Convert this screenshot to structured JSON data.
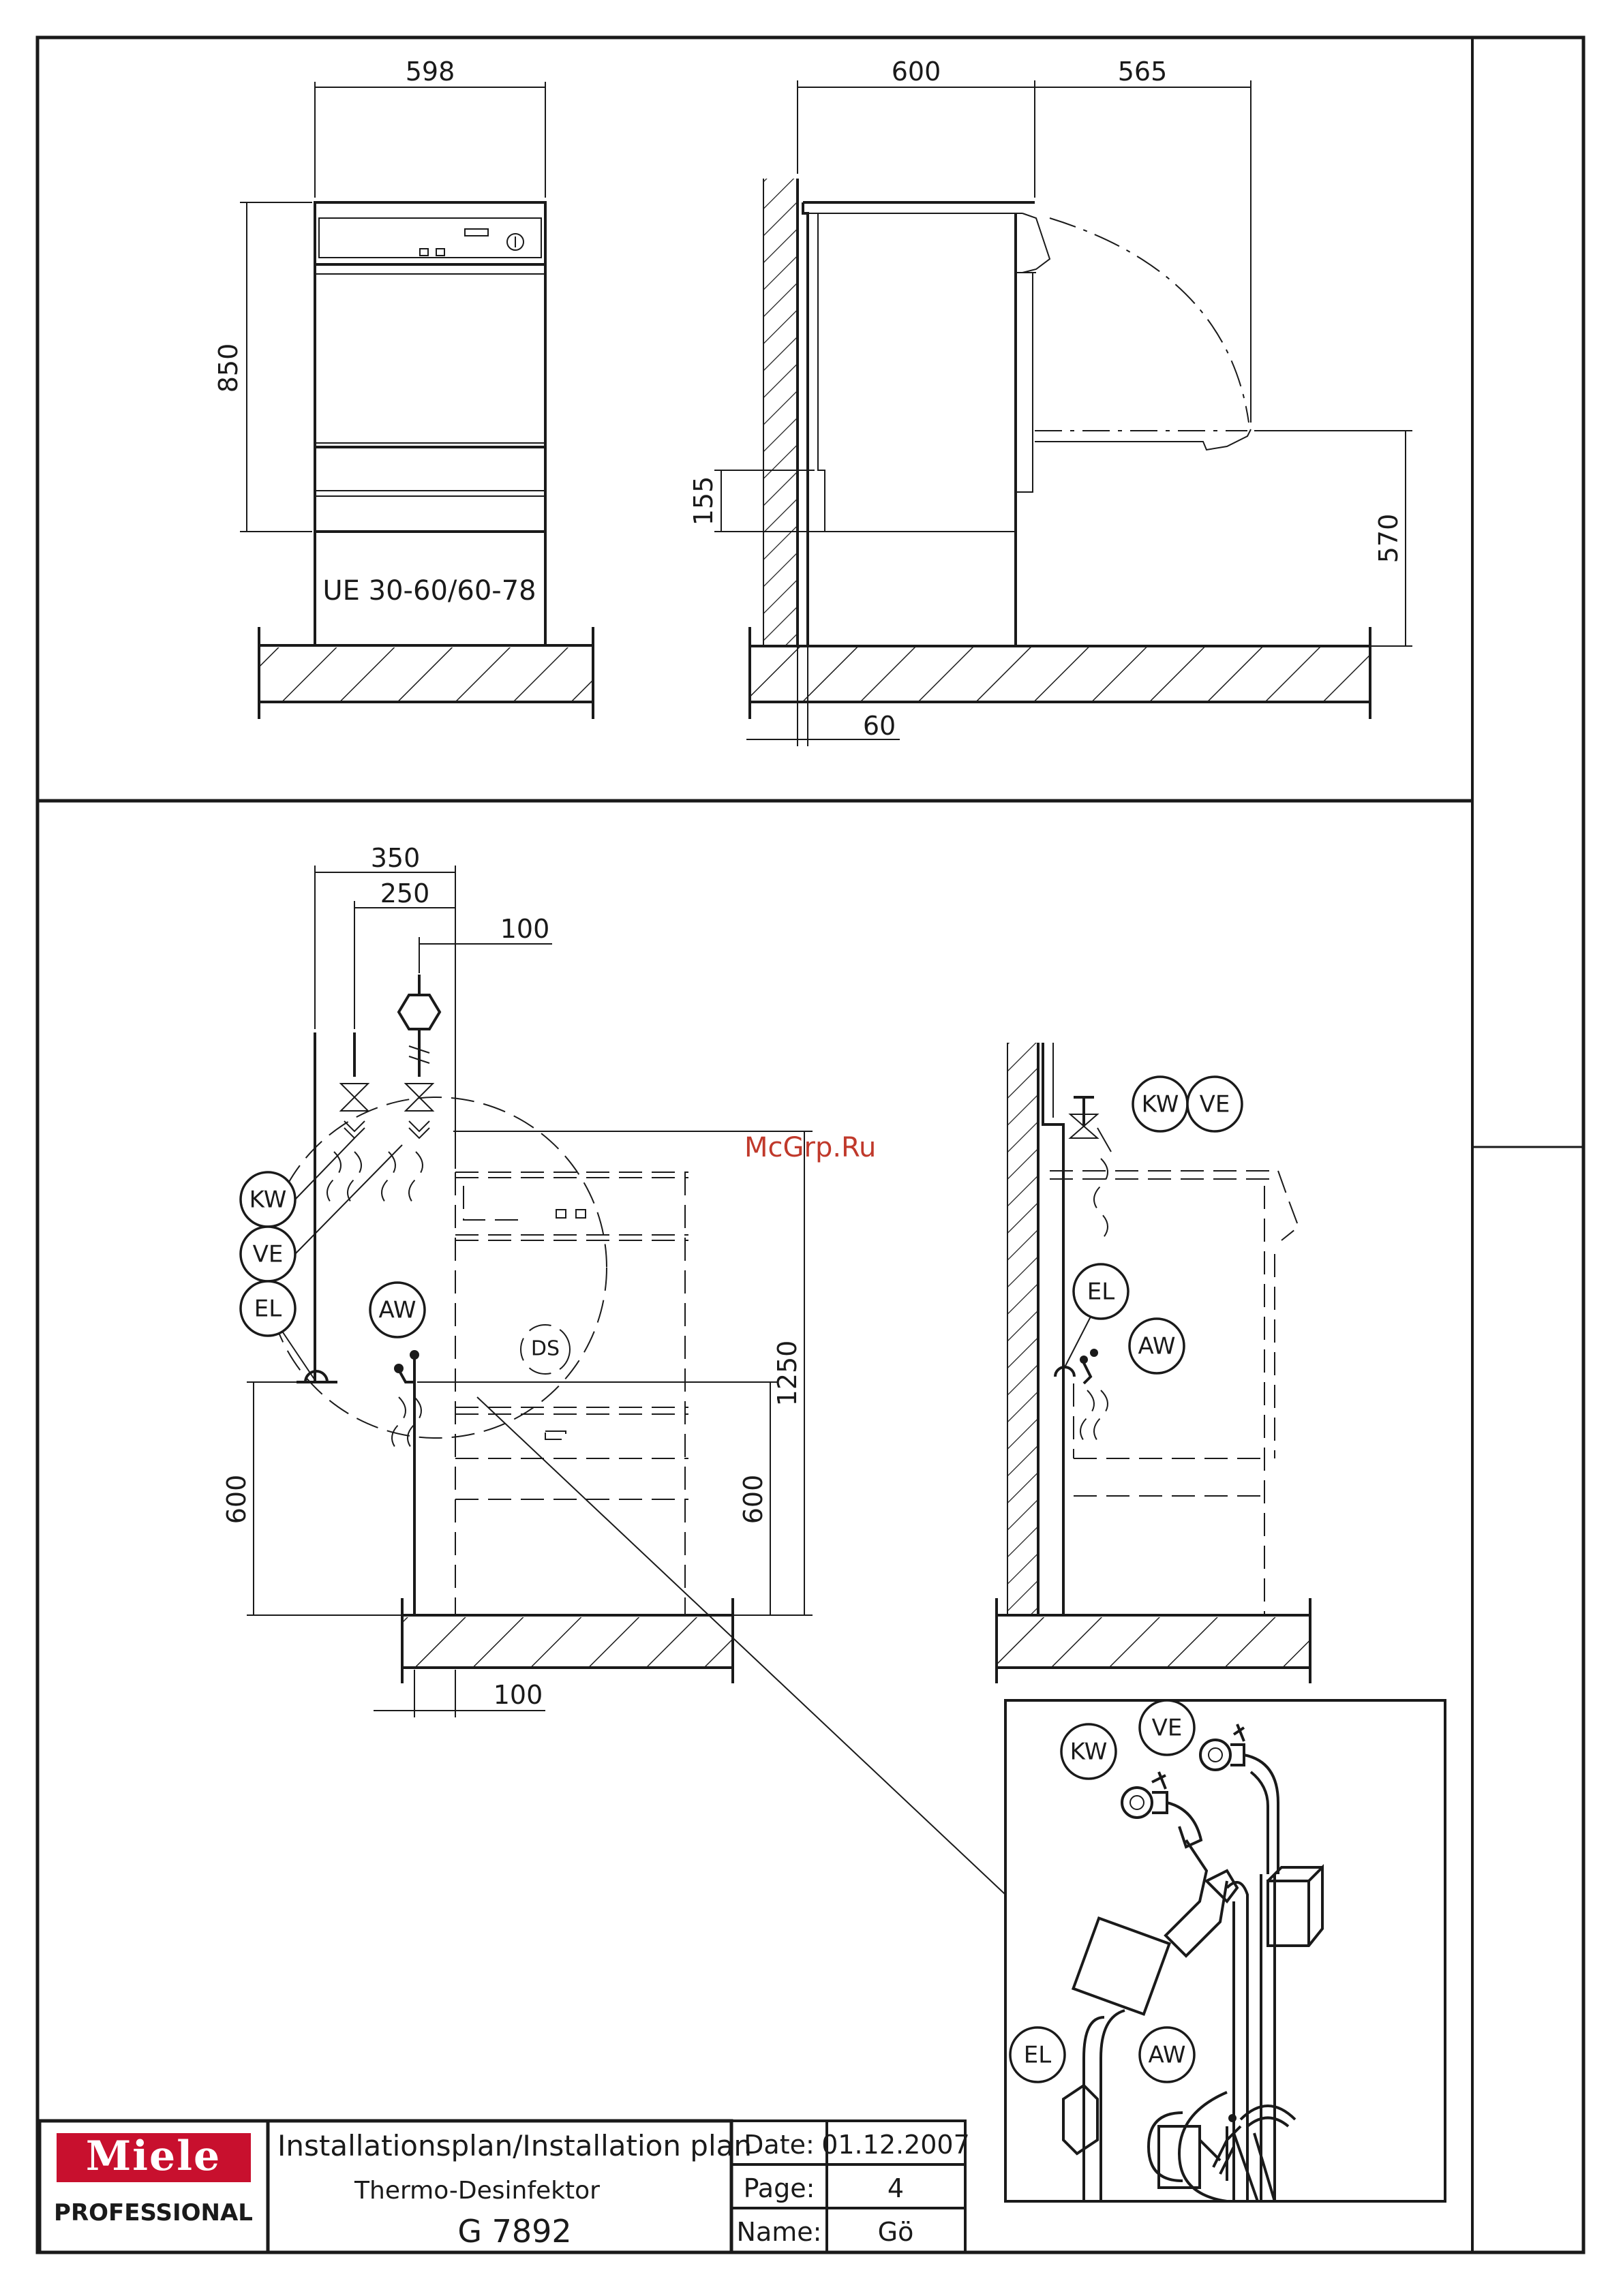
{
  "dimensions": {
    "front_width": "598",
    "front_height": "850",
    "side_depth": "600",
    "door_swing": "565",
    "door_open_height": "570",
    "toe_height": "155",
    "wall_gap": "60",
    "conn_350": "350",
    "conn_250": "250",
    "conn_100_top": "100",
    "conn_100_bottom": "100",
    "height_1250": "1250",
    "height_600_left": "600",
    "height_600_right": "600"
  },
  "model_label": "UE 30-60/60-78",
  "labels": {
    "kw": "KW",
    "ve": "VE",
    "el": "EL",
    "aw": "AW",
    "ds": "DS"
  },
  "watermark": "McGrp.Ru",
  "title_block": {
    "logo_brand": "Miele",
    "logo_sub": "PROFESSIONAL",
    "title": "Installationsplan/Installation plan",
    "subtitle": "Thermo-Desinfektor",
    "model": "G 7892",
    "date_label": "Date:",
    "date_value": "01.12.2007",
    "page_label": "Page:",
    "page_value": "4",
    "name_label": "Name:",
    "name_value": "Gö"
  },
  "colors": {
    "logo": "#c8102e",
    "ink": "#1a1a1a",
    "watermark": "#c0392b"
  }
}
